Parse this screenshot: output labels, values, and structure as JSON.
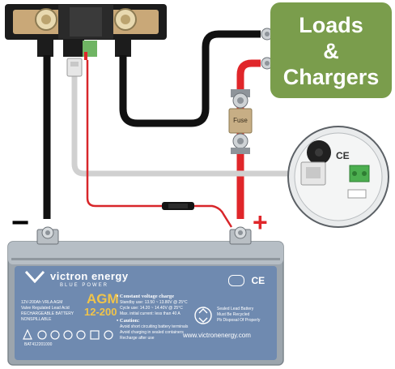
{
  "loads_label": {
    "line1": "Loads",
    "line2": "&",
    "line3": "Chargers"
  },
  "polarity": {
    "negative": "−",
    "positive": "+"
  },
  "fuse_label": "Fuse",
  "monitor": {
    "ce_mark": "CE"
  },
  "battery": {
    "brand": "victron energy",
    "tagline": "BLUE POWER",
    "type": "AGM",
    "model": "12-200",
    "charge_heading": "• Constant voltage charge",
    "charge_lines": [
      "Standby use: 13.50 ~ 13.80V @ 25°C",
      "Cycle use: 14.20 ~ 14.40V @ 25°C",
      "Max. initial current: less than 40 A"
    ],
    "caution_heading": "• Caution:",
    "caution_lines": [
      "Avoid short circuiting battery terminals",
      "Avoid charging in sealed containers",
      "Recharge after use"
    ],
    "left_small_lines": [
      "12V-200Ah VRLA AGM",
      "Valve Regulated Lead Acid",
      "RECHARGEABLE BATTERY",
      "NONSPILLABLE"
    ],
    "right_small_lines": [
      "Sealed Lead Battery",
      "Must Be Recycled",
      "Pb Disposal Of Properly"
    ],
    "part_number": "BAT412201000",
    "website": "www.victronenergy.com",
    "cert_mark": "CE"
  },
  "colors": {
    "negative_wire": "#111111",
    "positive_wire": "#e0262a",
    "signal_wire": "#d0d0d0",
    "battery_body": "#9ca5ad",
    "battery_label": "#6f8ab0",
    "loads_box": "#7a9d4c",
    "shunt_bar": "#c9a878",
    "shunt_body": "#2a2a2a"
  }
}
